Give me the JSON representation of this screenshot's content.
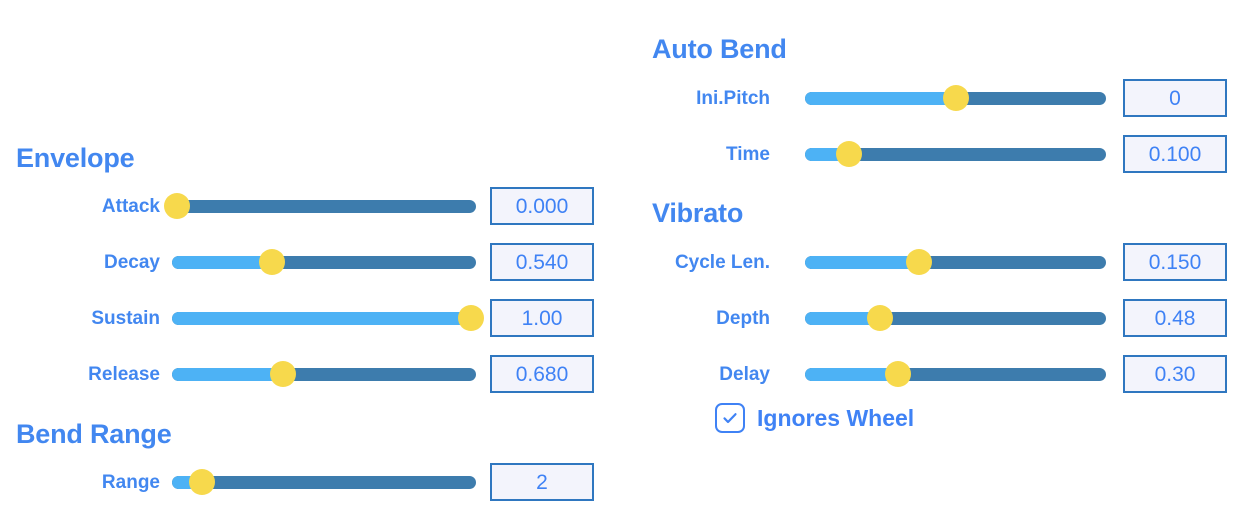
{
  "theme": {
    "accent_blue": "#4287f0",
    "track_base": "#3d7cad",
    "track_fill": "#4db2f5",
    "thumb_yellow": "#f7d94c",
    "value_border": "#2f77c0",
    "value_bg": "#f3f4fc",
    "background": "#ffffff"
  },
  "left_panel": {
    "sections": [
      {
        "title": "Envelope",
        "rows": [
          {
            "label": "Attack",
            "value": "0.000",
            "fill_pct": 1.5,
            "thumb_pct": 1.5
          },
          {
            "label": "Decay",
            "value": "0.540",
            "fill_pct": 33.0,
            "thumb_pct": 33.0
          },
          {
            "label": "Sustain",
            "value": "1.00",
            "fill_pct": 100,
            "thumb_pct": 98.5
          },
          {
            "label": "Release",
            "value": "0.680",
            "fill_pct": 36.5,
            "thumb_pct": 36.5
          }
        ]
      },
      {
        "title": "Bend Range",
        "rows": [
          {
            "label": "Range",
            "value": "2",
            "fill_pct": 10.0,
            "thumb_pct": 10.0
          }
        ]
      }
    ]
  },
  "right_panel": {
    "sections": [
      {
        "title": "Auto Bend",
        "rows": [
          {
            "label": "Ini.Pitch",
            "value": "0",
            "fill_pct": 50.0,
            "thumb_pct": 50.0
          },
          {
            "label": "Time",
            "value": "0.100",
            "fill_pct": 14.5,
            "thumb_pct": 14.5
          }
        ]
      },
      {
        "title": "Vibrato",
        "rows": [
          {
            "label": "Cycle Len.",
            "value": "0.150",
            "fill_pct": 38.0,
            "thumb_pct": 38.0
          },
          {
            "label": "Depth",
            "value": "0.48",
            "fill_pct": 25.0,
            "thumb_pct": 25.0
          },
          {
            "label": "Delay",
            "value": "0.30",
            "fill_pct": 31.0,
            "thumb_pct": 31.0
          }
        ]
      }
    ],
    "checkbox": {
      "label": "Ignores Wheel",
      "checked": true,
      "icon": "check-icon"
    }
  }
}
